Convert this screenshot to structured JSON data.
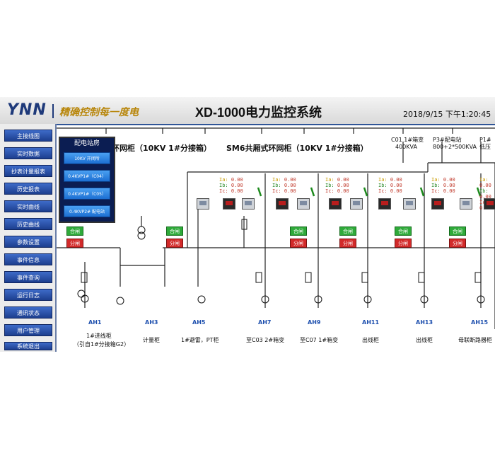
{
  "header": {
    "logo": "YNN",
    "slogan": "精确控制每一度电",
    "title": "XD-1000电力监控系统",
    "datetime": "2018/9/15 下午1:20:45"
  },
  "sidebar": {
    "items": [
      {
        "label": "主接线图"
      },
      {
        "label": "实时数据"
      },
      {
        "label": "抄表计量报表"
      },
      {
        "label": "历史报表"
      },
      {
        "label": "实时曲线"
      },
      {
        "label": "历史曲线"
      },
      {
        "label": "参数设置"
      },
      {
        "label": "事件信息"
      },
      {
        "label": "事件查询"
      },
      {
        "label": "运行日志"
      },
      {
        "label": "通讯状态"
      },
      {
        "label": "用户管理"
      },
      {
        "label": "系统退出"
      }
    ]
  },
  "popup": {
    "title": "配电站房",
    "buttons": [
      {
        "label": "10KV 开闭所"
      },
      {
        "label": "0.4KVP1#（C04）"
      },
      {
        "label": "0.4KVP1#（C05）"
      },
      {
        "label": "0.4KVP2# 配电站"
      }
    ]
  },
  "sections": {
    "left_label": "环网柜（10KV 1#分接箱）",
    "right_label": "SM6共厢式环网柜（10KV 1#分接箱）"
  },
  "transformers": [
    {
      "line1": "C01 1#箱变",
      "line2": "400KVA"
    },
    {
      "line1": "P3#配电站",
      "line2": "800+2*500KVA"
    },
    {
      "line1": "P1#",
      "line2": "低压"
    }
  ],
  "measurements": {
    "ia_label": "Ia:",
    "ib_label": "Ib:",
    "ic_label": "Ic:",
    "value": "0.00"
  },
  "switch_labels": {
    "close": "合闸",
    "open": "分闸"
  },
  "cabinets": [
    {
      "id": "AH1",
      "desc": "1#进线柜"
    },
    {
      "id": "AH3",
      "desc": "计量柜"
    },
    {
      "id": "AH5",
      "desc": "1#避雷，PT柜"
    },
    {
      "id": "AH7",
      "desc": "至C03 2#箱变"
    },
    {
      "id": "AH9",
      "desc": "至C07 1#箱变"
    },
    {
      "id": "AH11",
      "desc": "出线柜"
    },
    {
      "id": "AH13",
      "desc": "出线柜"
    },
    {
      "id": "AH15",
      "desc": "母联断路器柜"
    }
  ],
  "ah1_sub": "（引自1#分接箱G2）"
}
